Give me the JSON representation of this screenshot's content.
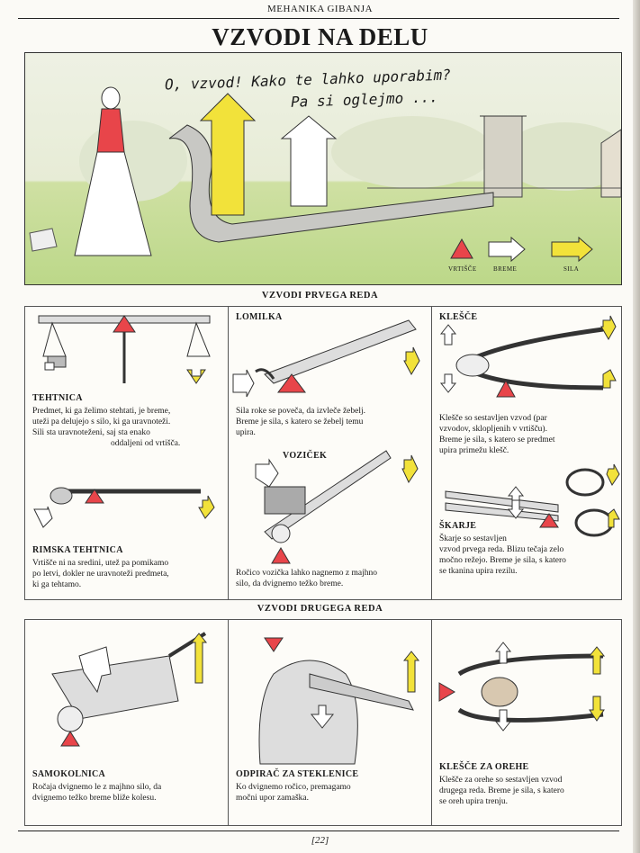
{
  "header": {
    "running_title": "MEHANIKA GIBANJA",
    "title": "VZVODI NA DELU"
  },
  "hero": {
    "speech_line1": "O, vzvod! Kako te lahko uporabim?",
    "speech_line2": "Pa si oglejmo ...",
    "legend": {
      "fulcrum": "VRTIŠČE",
      "load": "BREME",
      "force": "SILA"
    }
  },
  "sections": {
    "first_class": "VZVODI PRVEGA REDA",
    "second_class": "VZVODI DRUGEGA REDA"
  },
  "panels": {
    "tehtnica": {
      "heading": "TEHTNICA",
      "text": [
        "Predmet, ki ga želimo stehtati, je breme,",
        "uteži pa delujejo s silo, ki ga uravnoteži.",
        "Sili sta uravnoteženi, saj sta enako",
        "oddaljeni od vrtišča."
      ]
    },
    "rimska": {
      "heading": "RIMSKA TEHTNICA",
      "text": [
        "Vrtišče ni na sredini, utež pa pomikamo",
        "po letvi, dokler ne uravnoteži predmeta,",
        "ki ga tehtamo."
      ]
    },
    "lomilka": {
      "heading": "LOMILKA",
      "text": [
        "Sila roke se poveča, da izvleče žebelj.",
        "Breme je sila, s katero se žebelj temu",
        "upira."
      ]
    },
    "vozicek": {
      "heading": "VOZIČEK",
      "text": [
        "Ročico vozička lahko nagnemo z majhno",
        "silo, da dvignemo težko breme."
      ]
    },
    "klesce": {
      "heading": "KLEŠČE",
      "text": [
        "Klešče so sestavljen vzvod (par",
        "vzvodov, sklopljenih v vrtišču).",
        "Breme je sila, s katero se predmet",
        "upira primežu klešč."
      ]
    },
    "skarje": {
      "heading": "ŠKARJE",
      "text": [
        "Škarje so sestavljen",
        "vzvod prvega reda. Blizu tečaja zelo",
        "močno režejo. Breme je sila, s katero",
        "se tkanina upira rezilu."
      ]
    },
    "samokolnica": {
      "heading": "SAMOKOLNICA",
      "text": [
        "Ročaja dvignemo le z majhno silo, da",
        "dvignemo težko breme bliže kolesu."
      ]
    },
    "odpirac": {
      "heading": "ODPIRAČ ZA STEKLENICE",
      "text": [
        "Ko dvignemo ročico, premagamo",
        "močni upor zamaška."
      ]
    },
    "klesce_orehe": {
      "heading": "KLEŠČE ZA OREHE",
      "text": [
        "Klešče za orehe so sestavljen vzvod",
        "drugega reda. Breme je sila, s katero",
        "se oreh upira trenju."
      ]
    }
  },
  "footer": {
    "page_number": "[22]"
  },
  "colors": {
    "fulcrum": "#e8454a",
    "force": "#f2e23a",
    "load": "#ffffff",
    "grass": "#b7d47e"
  }
}
